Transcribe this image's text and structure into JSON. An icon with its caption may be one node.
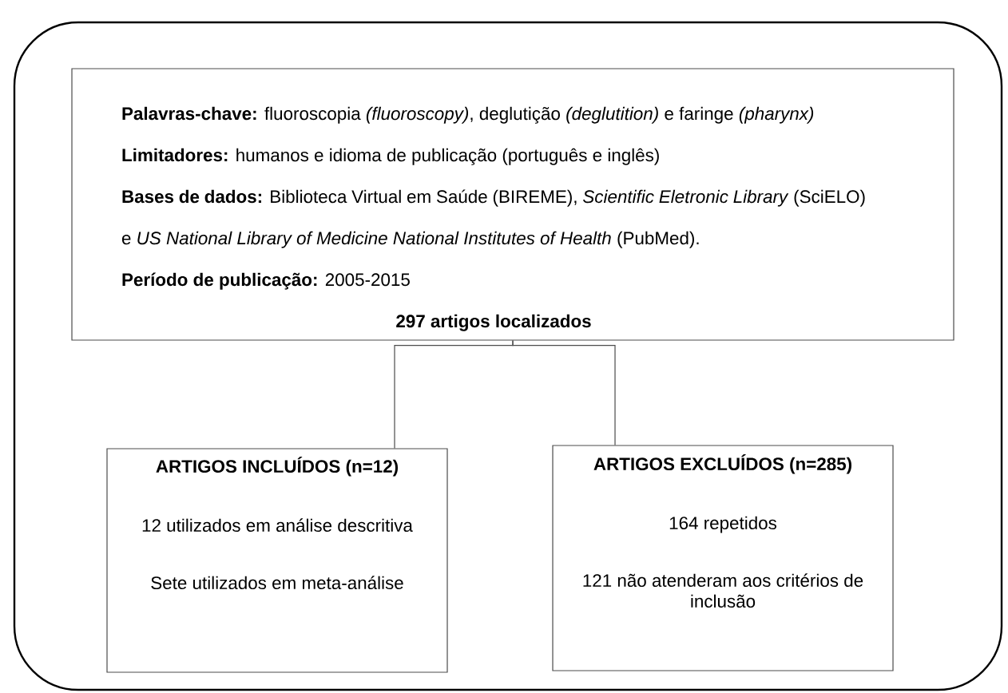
{
  "diagram": {
    "nodes": [
      {
        "text": [],
        "shape": "box"
      },
      {
        "text": [
          "**Palavras-chave:** fluoroscopia *(fluoroscopy)*, deglutição *(deglutition)* e faringe *(pharynx)*",
          "**Limitadores:** humanos e idioma de publicação (português e inglês)",
          "**Bases de dados:** Biblioteca Virtual em Saúde (BIREME), *Scientific Eletronic Library* (SciELO) e *US National Library of Medicine National Institutes of Health* (PubMed).",
          "**Período de publicação:** 2005-2015",
          "297 artigos localizados"
        ],
        "in": 0
      },
      {
        "text": [
          "ARTIGOS INCLUÍDOS (n=12)",
          "12 utilizados em análise descritiva",
          "Sete utilizados em meta-análise"
        ],
        "in": 0
      },
      {
        "text": [
          "ARTIGOS EXCLUÍDOS (n=285)",
          "164 repetidos",
          "121 não atenderam aos critérios de inclusão"
        ],
        "in": 0
      }
    ],
    "edges": [
      {
        "from": 1,
        "to": 2,
        "arrow": "none"
      },
      {
        "from": 1,
        "to": 3,
        "arrow": "none"
      }
    ]
  }
}
